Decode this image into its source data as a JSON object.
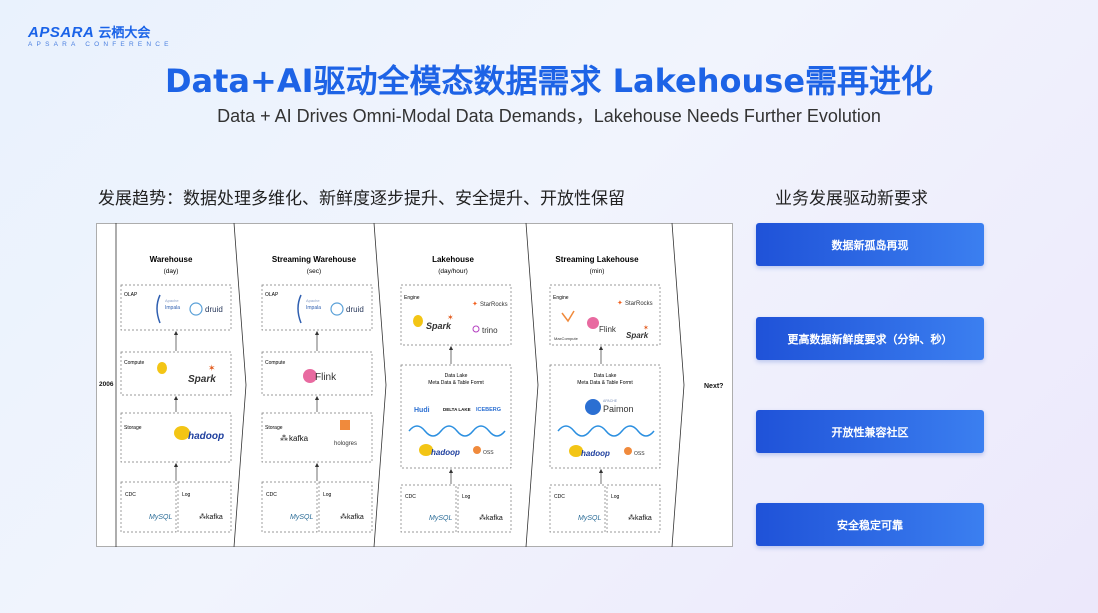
{
  "logo": {
    "main": "APSARA",
    "cn": "云栖大会",
    "sub": "APSARA CONFERENCE"
  },
  "header": {
    "title": "Data+AI驱动全模态数据需求 Lakehouse需再进化",
    "subtitle": "Data + AI Drives Omni-Modal Data Demands，Lakehouse Needs Further Evolution"
  },
  "left": {
    "heading": "发展趋势：数据处理多维化、新鲜度逐步提升、安全提升、开放性保留"
  },
  "right": {
    "heading": "业务发展驱动新要求",
    "items": [
      "数据新孤岛再现",
      "更高数据新鲜度要求（分钟、秒）",
      "开放性兼容社区",
      "安全稳定可靠"
    ]
  },
  "diagram": {
    "year": "2006",
    "next": "Next?",
    "columns": [
      {
        "title": "Warehouse",
        "sub": "(day)",
        "top_label": "OLAP",
        "top_items": [
          "Apache Impala",
          "druid"
        ],
        "mid_label": "Compute",
        "mid_items": [
          "Spark"
        ],
        "storage_label": "Storage",
        "storage_items": [
          "hadoop"
        ],
        "cdc": "CDC",
        "log": "Log",
        "cdc_item": "MySQL",
        "log_item": "kafka"
      },
      {
        "title": "Streaming Warehouse",
        "sub": "(sec)",
        "top_label": "OLAP",
        "top_items": [
          "Apache Impala",
          "druid"
        ],
        "mid_label": "Compute",
        "mid_items": [
          "Flink"
        ],
        "storage_label": "Storage",
        "storage_items": [
          "kafka",
          "hologres"
        ],
        "cdc": "CDC",
        "log": "Log",
        "cdc_item": "MySQL",
        "log_item": "kafka"
      },
      {
        "title": "Lakehouse",
        "sub": "(day/hour)",
        "top_label": "Engine",
        "top_items": [
          "StarRocks",
          "Spark",
          "trino"
        ],
        "lake_label": "Data Lake",
        "lake_sub": "Meta Data & Table Formt",
        "lake_items": [
          "Hudi",
          "DELTA LAKE",
          "ICEBERG"
        ],
        "storage_items": [
          "hadoop",
          "OSS"
        ],
        "cdc": "CDC",
        "log": "Log",
        "cdc_item": "MySQL",
        "log_item": "kafka"
      },
      {
        "title": "Streaming Lakehouse",
        "sub": "(min)",
        "top_label": "Engine",
        "top_items": [
          "StarRocks",
          "Flink",
          "MaxCompute",
          "Spark"
        ],
        "lake_label": "Data Lake",
        "lake_sub": "Meta Data & Table Formt",
        "lake_items": [
          "Paimon"
        ],
        "lake_item_prefix": "APACHE",
        "storage_items": [
          "hadoop",
          "OSS"
        ],
        "cdc": "CDC",
        "log": "Log",
        "cdc_item": "MySQL",
        "log_item": "kafka"
      }
    ]
  }
}
